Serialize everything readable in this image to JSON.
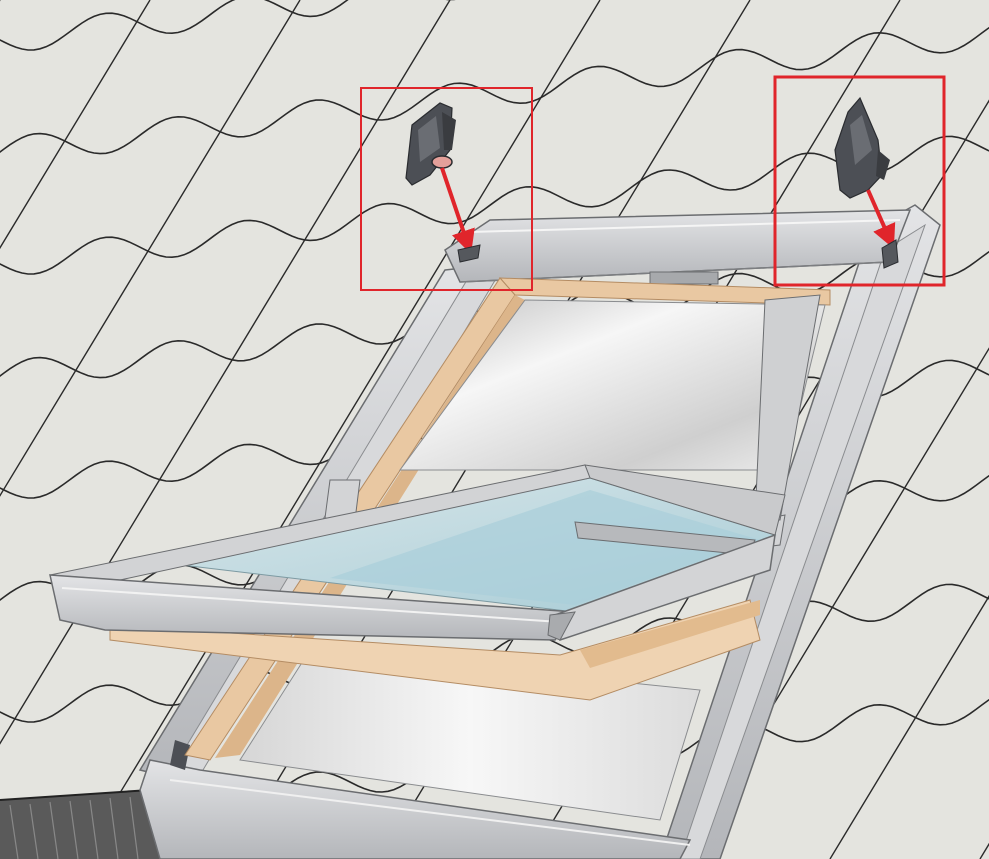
{
  "illustration": {
    "subject": "roof-window-installation-clips",
    "callouts": [
      {
        "name": "left-clip-callout",
        "highlight_color": "#e0252b"
      },
      {
        "name": "right-clip-callout",
        "highlight_color": "#e0252b"
      }
    ],
    "colors": {
      "roof_background": "#e4e4df",
      "tile_line": "#2a2a2a",
      "frame_aluminium": "#c9cacc",
      "frame_wood": "#e9c8a2",
      "glass": "#b9d5dd",
      "arrow": "#e0252b",
      "clip": "#4c4f55"
    }
  }
}
